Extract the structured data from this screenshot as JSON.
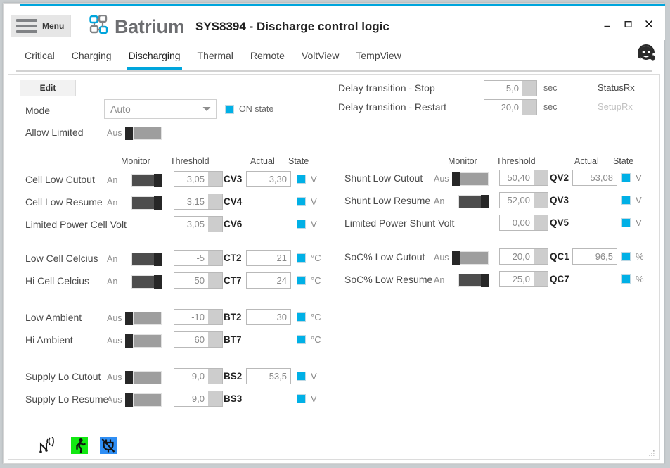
{
  "window": {
    "menu_label": "Menu",
    "brand": "Batrium",
    "title": "SYS8394 - Discharge control logic",
    "minimize": "minimize-icon",
    "maximize": "maximize-icon",
    "close": "close-icon",
    "avatar": "support-headset-avatar"
  },
  "tabs": [
    {
      "label": "Critical",
      "active": false
    },
    {
      "label": "Charging",
      "active": false
    },
    {
      "label": "Discharging",
      "active": true
    },
    {
      "label": "Thermal",
      "active": false
    },
    {
      "label": "Remote",
      "active": false
    },
    {
      "label": "VoltView",
      "active": false
    },
    {
      "label": "TempView",
      "active": false
    }
  ],
  "toolbar": {
    "edit_label": "Edit"
  },
  "mode": {
    "label": "Mode",
    "value": "Auto",
    "on_state_label": "ON state",
    "on_state_checked": true
  },
  "allow_limited": {
    "label": "Allow Limited",
    "state_text": "Aus",
    "on": false
  },
  "delays": {
    "rows": [
      {
        "label": "Delay transition - Stop",
        "value": "5,0",
        "unit": "sec"
      },
      {
        "label": "Delay transition - Restart",
        "value": "20,0",
        "unit": "sec"
      }
    ],
    "status_rx": "StatusRx",
    "setup_rx": "SetupRx"
  },
  "headers": {
    "monitor": "Monitor",
    "threshold": "Threshold",
    "actual": "Actual",
    "state": "State"
  },
  "left_groups": [
    {
      "rows": [
        {
          "label": "Cell Low Cutout",
          "toggle": "An",
          "on": true,
          "threshold": "3,05",
          "code": "CV3",
          "actual": "3,30",
          "unit": "V",
          "state": true
        },
        {
          "label": "Cell Low Resume",
          "toggle": "An",
          "on": true,
          "threshold": "3,15",
          "code": "CV4",
          "actual": "",
          "unit": "V",
          "state": true
        },
        {
          "label": "Limited Power Cell Volt",
          "toggle": null,
          "on": null,
          "threshold": "3,05",
          "code": "CV6",
          "actual": "",
          "unit": "V",
          "state": true
        }
      ]
    },
    {
      "rows": [
        {
          "label": "Low Cell Celcius",
          "toggle": "An",
          "on": true,
          "threshold": "-5",
          "code": "CT2",
          "actual": "21",
          "unit": "°C",
          "state": true
        },
        {
          "label": "Hi Cell Celcius",
          "toggle": "An",
          "on": true,
          "threshold": "50",
          "code": "CT7",
          "actual": "24",
          "unit": "°C",
          "state": true
        }
      ]
    },
    {
      "rows": [
        {
          "label": "Low Ambient",
          "toggle": "Aus",
          "on": false,
          "threshold": "-10",
          "code": "BT2",
          "actual": "30",
          "unit": "°C",
          "state": true
        },
        {
          "label": "Hi Ambient",
          "toggle": "Aus",
          "on": false,
          "threshold": "60",
          "code": "BT7",
          "actual": "",
          "unit": "°C",
          "state": true
        }
      ]
    },
    {
      "rows": [
        {
          "label": "Supply Lo Cutout",
          "toggle": "Aus",
          "on": false,
          "threshold": "9,0",
          "code": "BS2",
          "actual": "53,5",
          "unit": "V",
          "state": true
        },
        {
          "label": "Supply Lo Resume",
          "toggle": "Aus",
          "on": false,
          "threshold": "9,0",
          "code": "BS3",
          "actual": "",
          "unit": "V",
          "state": true
        }
      ]
    }
  ],
  "right_groups": [
    {
      "rows": [
        {
          "label": "Shunt Low Cutout",
          "toggle": "Aus",
          "on": false,
          "threshold": "50,40",
          "code": "QV2",
          "actual": "53,08",
          "unit": "V",
          "state": true
        },
        {
          "label": "Shunt Low Resume",
          "toggle": "An",
          "on": true,
          "threshold": "52,00",
          "code": "QV3",
          "actual": "",
          "unit": "V",
          "state": true
        },
        {
          "label": "Limited Power Shunt Volt",
          "toggle": null,
          "on": null,
          "threshold": "0,00",
          "code": "QV5",
          "actual": "",
          "unit": "V",
          "state": true
        }
      ]
    },
    {
      "rows": [
        {
          "label": "SoC% Low Cutout",
          "toggle": "Aus",
          "on": false,
          "threshold": "20,0",
          "code": "QC1",
          "actual": "96,5",
          "unit": "%",
          "state": true
        },
        {
          "label": "SoC% Low Resume",
          "toggle": "An",
          "on": true,
          "threshold": "25,0",
          "code": "QC7",
          "actual": "",
          "unit": "%",
          "state": true
        }
      ]
    }
  ],
  "statusbar": {
    "icons": [
      {
        "name": "network-signal-icon",
        "color": "#1a1a1a",
        "bg": "transparent"
      },
      {
        "name": "running-person-icon",
        "color": "#111111",
        "bg": "#12e812"
      },
      {
        "name": "power-plug-icon",
        "color": "#111111",
        "bg": "#2f8ef4"
      }
    ],
    "resize_grip": "resize-grip-icon"
  },
  "colors": {
    "accent": "#00a5dc",
    "state_fill": "#00b0e6",
    "green": "#12e812",
    "blue": "#2f8ef4"
  }
}
